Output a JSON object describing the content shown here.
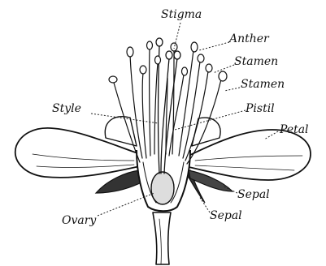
{
  "labels": {
    "stigma": "Stigma",
    "anther": "Anther",
    "stamen_1": "Stamen",
    "stamen_2": "Stamen",
    "style": "Style",
    "pistil": "Pistil",
    "petal": "Petal",
    "sepal_1": "Sepal",
    "sepal_2": "Sepal",
    "ovary": "Ovary"
  }
}
